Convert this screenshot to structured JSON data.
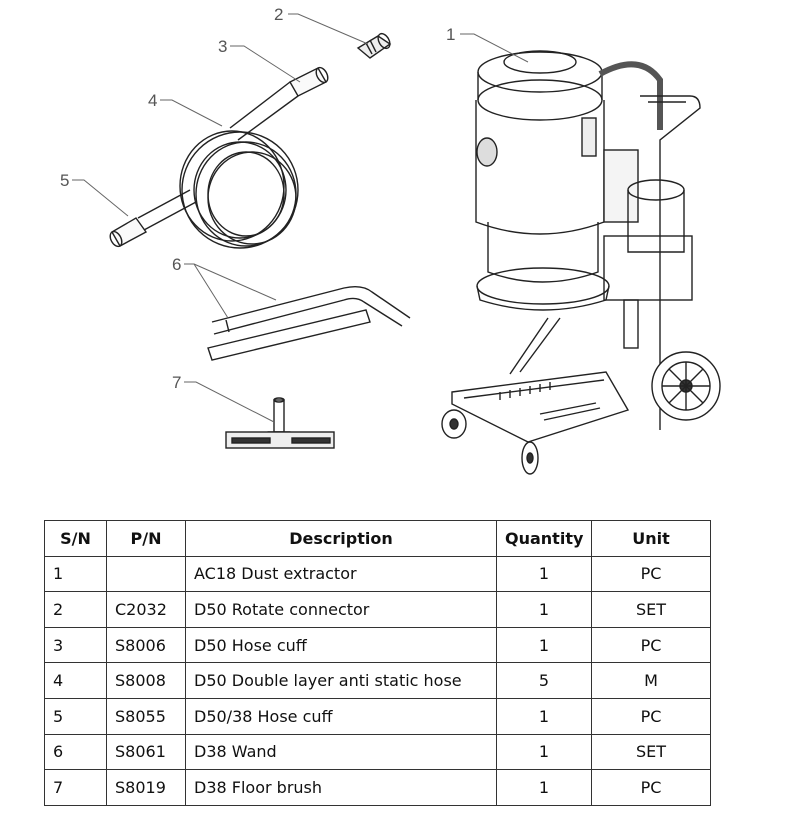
{
  "figure": {
    "callouts": [
      "1",
      "2",
      "3",
      "4",
      "5",
      "6",
      "7"
    ]
  },
  "table": {
    "headers": [
      "S/N",
      "P/N",
      "Description",
      "Quantity",
      "Unit"
    ],
    "rows": [
      {
        "sn": "1",
        "pn": "",
        "description": "AC18 Dust extractor",
        "quantity": "1",
        "unit": "PC"
      },
      {
        "sn": "2",
        "pn": "C2032",
        "description": "D50 Rotate connector",
        "quantity": "1",
        "unit": "SET"
      },
      {
        "sn": "3",
        "pn": "S8006",
        "description": "D50 Hose cuff",
        "quantity": "1",
        "unit": "PC"
      },
      {
        "sn": "4",
        "pn": "S8008",
        "description": "D50 Double layer anti static hose",
        "quantity": "5",
        "unit": "M"
      },
      {
        "sn": "5",
        "pn": "S8055",
        "description": "D50/38 Hose cuff",
        "quantity": "1",
        "unit": "PC"
      },
      {
        "sn": "6",
        "pn": "S8061",
        "description": "D38 Wand",
        "quantity": "1",
        "unit": "SET"
      },
      {
        "sn": "7",
        "pn": "S8019",
        "description": "D38 Floor brush",
        "quantity": "1",
        "unit": "PC"
      }
    ]
  }
}
